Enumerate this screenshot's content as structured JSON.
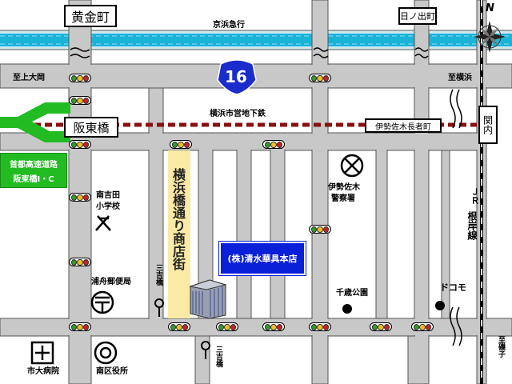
{
  "labels": {
    "koganecho": "黄金町",
    "hinodecho": "日ノ出町",
    "keihin_kyuko": "京浜急行",
    "route_16": "16",
    "to_kamiooka": "至上大岡",
    "to_yokohama": "至横浜",
    "yokohama_subway": "横浜市営地下鉄",
    "bandobashi": "阪東橋",
    "isezakichojamachi": "伊勢佐木長者町",
    "kannai": "関内",
    "expressway": "首都高速道路",
    "expressway_ic": "阪東橋I・C",
    "minamiyoshida_school_1": "南吉田",
    "minamiyoshida_school_2": "小学校",
    "shopping_street": "横浜橋通り商店街",
    "isezaki_police_1": "伊勢佐木",
    "isezaki_police_2": "警察署",
    "jr_negishi_1": "ＪＲ",
    "jr_negishi_2": "根岸線",
    "shop_name": "(株)清水華具本店",
    "urafune_post": "浦舟郵便局",
    "mitsuyoshibashi_1": "三吉橋",
    "mitsuyoshibashi_2": "三吉橋",
    "chitose_park": "千歳公園",
    "docomo": "ドコモ",
    "city_hospital": "市大病院",
    "minami_ward_office": "南区役所",
    "to_isogo": "至磯子",
    "north_mark": "N"
  },
  "colors": {
    "road": "#c8c8c8",
    "river": "#19b4d8",
    "shop_box": "#0a1fd8",
    "expressway": "#22bb22",
    "route_shield": "#1a2ccc",
    "subway": "#8a1010",
    "shopping_street": "#fbe9a6"
  },
  "icons": [
    "school-map-symbol",
    "police-station-symbol",
    "post-office-symbol",
    "hospital-symbol",
    "ward-office-symbol",
    "traffic-signal",
    "compass-rose",
    "building-icon",
    "bridge-marker-icon",
    "park-marker-icon",
    "route-shield-icon"
  ]
}
